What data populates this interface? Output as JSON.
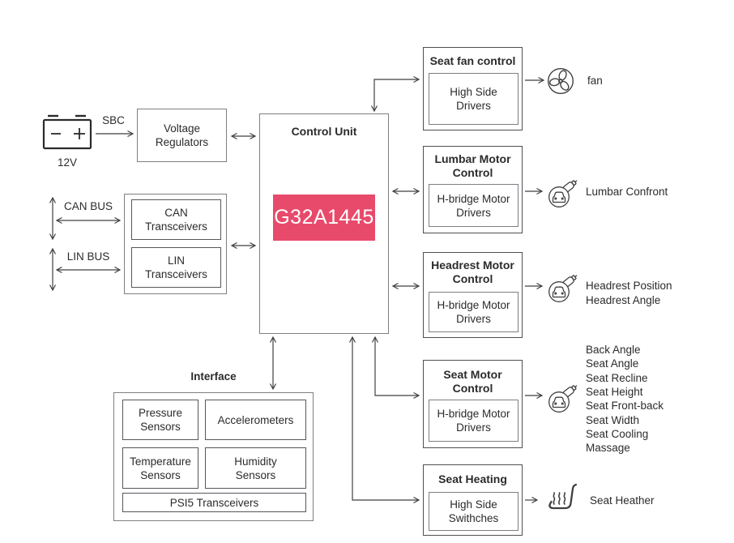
{
  "colors": {
    "accent_pink": "#e84a6b",
    "chip_text": "#ffffff",
    "outer_box_border": "#7d7f83",
    "inner_box_border": "#55575a",
    "right_box_border": "#4e4f51",
    "arrow": "#3f4042",
    "text": "#2b2b2d",
    "background": "#ffffff"
  },
  "power": {
    "battery_voltage": "12V",
    "sbc_label": "SBC",
    "voltage_regulators": {
      "line1": "Voltage",
      "line2": "Regulators"
    }
  },
  "buses": {
    "can": "CAN BUS",
    "lin": "LIN BUS",
    "can_transceivers": {
      "line1": "CAN",
      "line2": "Transceivers"
    },
    "lin_transceivers": {
      "line1": "LIN",
      "line2": "Transceivers"
    }
  },
  "control_unit": {
    "title": "Control Unit",
    "chip": "G32A1445"
  },
  "interface": {
    "title": "Interface",
    "pressure": {
      "line1": "Pressure",
      "line2": "Sensors"
    },
    "accelerometers": "Accelerometers",
    "temperature": {
      "line1": "Temperature",
      "line2": "Sensors"
    },
    "humidity": {
      "line1": "Humidity",
      "line2": "Sensors"
    },
    "psi5": "PSI5 Transceivers"
  },
  "outputs": {
    "seat_fan": {
      "title": "Seat fan control",
      "driver_line1": "High Side",
      "driver_line2": "Drivers",
      "label": "fan"
    },
    "lumbar": {
      "title_line1": "Lumbar Motor",
      "title_line2": "Control",
      "driver_line1": "H-bridge Motor",
      "driver_line2": "Drivers",
      "label": "Lumbar Confront"
    },
    "headrest": {
      "title_line1": "Headrest Motor",
      "title_line2": "Control",
      "driver_line1": "H-bridge Motor",
      "driver_line2": "Drivers",
      "labels": [
        "Headrest Position",
        "Headrest Angle"
      ]
    },
    "seat_motor": {
      "title_line1": "Seat Motor",
      "title_line2": "Control",
      "driver_line1": "H-bridge Motor",
      "driver_line2": "Drivers",
      "labels": [
        "Back Angle",
        "Seat Angle",
        "Seat Recline",
        "Seat Height",
        "Seat Front-back",
        "Seat Width",
        "Seat Cooling",
        "Massage"
      ]
    },
    "seat_heating": {
      "title": "Seat Heating",
      "driver_line1": "High Side",
      "driver_line2": "Swithches",
      "label": "Seat Heather"
    }
  }
}
